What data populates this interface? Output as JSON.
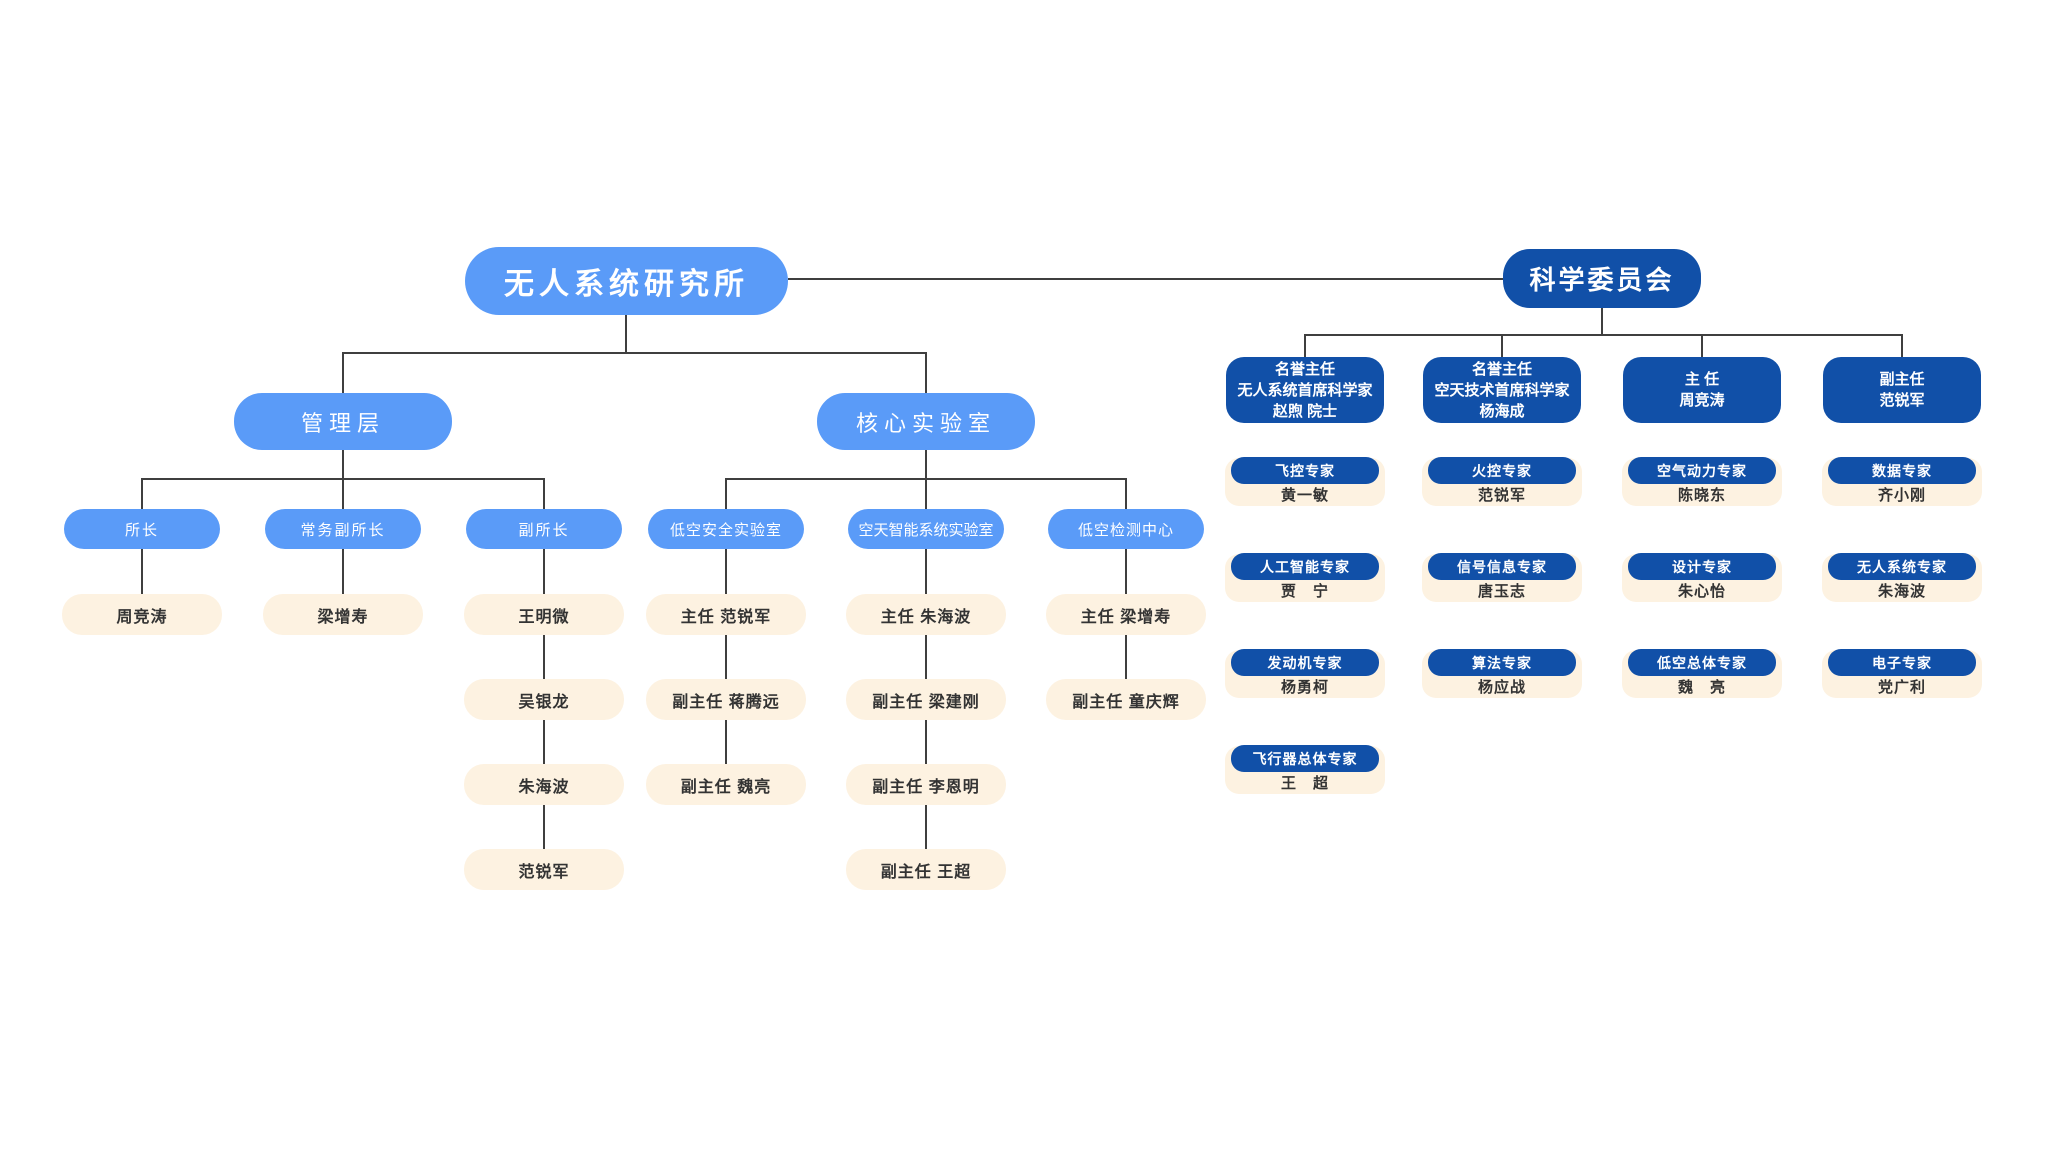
{
  "colors": {
    "light_blue": "#5A9BF8",
    "dark_blue": "#1150A8",
    "cream": "#FDF2E1",
    "line": "#3F3F3F",
    "name_text": "#333333"
  },
  "root": {
    "label": "无人系统研究所"
  },
  "committee": {
    "label": "科学委员会"
  },
  "branches": {
    "management": {
      "label": "管理层",
      "children": [
        {
          "title": "所长",
          "chain": [
            "周竞涛"
          ]
        },
        {
          "title": "常务副所长",
          "chain": [
            "梁增寿"
          ]
        },
        {
          "title": "副所长",
          "chain": [
            "王明微",
            "吴银龙",
            "朱海波",
            "范锐军"
          ]
        }
      ]
    },
    "core_labs": {
      "label": "核心实验室",
      "children": [
        {
          "title": "低空安全实验室",
          "chain": [
            "主任 范锐军",
            "副主任 蒋腾远",
            "副主任 魏亮"
          ]
        },
        {
          "title": "空天智能系统实验室",
          "chain": [
            "主任 朱海波",
            "副主任 梁建刚",
            "副主任 李恩明",
            "副主任 王超"
          ]
        },
        {
          "title": "低空检测中心",
          "chain": [
            "主任 梁增寿",
            "副主任 童庆辉"
          ]
        }
      ]
    }
  },
  "committee_columns": [
    {
      "head": [
        "名誉主任",
        "无人系统首席科学家",
        "赵煦 院士"
      ],
      "experts": [
        {
          "title": "飞控专家",
          "name": "黄一敏"
        },
        {
          "title": "人工智能专家",
          "name": "贾　宁"
        },
        {
          "title": "发动机专家",
          "name": "杨勇柯"
        },
        {
          "title": "飞行器总体专家",
          "name": "王　超"
        }
      ]
    },
    {
      "head": [
        "名誉主任",
        "空天技术首席科学家",
        "杨海成"
      ],
      "experts": [
        {
          "title": "火控专家",
          "name": "范锐军"
        },
        {
          "title": "信号信息专家",
          "name": "唐玉志"
        },
        {
          "title": "算法专家",
          "name": "杨应战"
        }
      ]
    },
    {
      "head": [
        "主 任",
        "周竞涛"
      ],
      "experts": [
        {
          "title": "空气动力专家",
          "name": "陈晓东"
        },
        {
          "title": "设计专家",
          "name": "朱心怡"
        },
        {
          "title": "低空总体专家",
          "name": "魏　亮"
        }
      ]
    },
    {
      "head": [
        "副主任",
        "范锐军"
      ],
      "experts": [
        {
          "title": "数据专家",
          "name": "齐小刚"
        },
        {
          "title": "无人系统专家",
          "name": "朱海波"
        },
        {
          "title": "电子专家",
          "name": "党广利"
        }
      ]
    }
  ]
}
